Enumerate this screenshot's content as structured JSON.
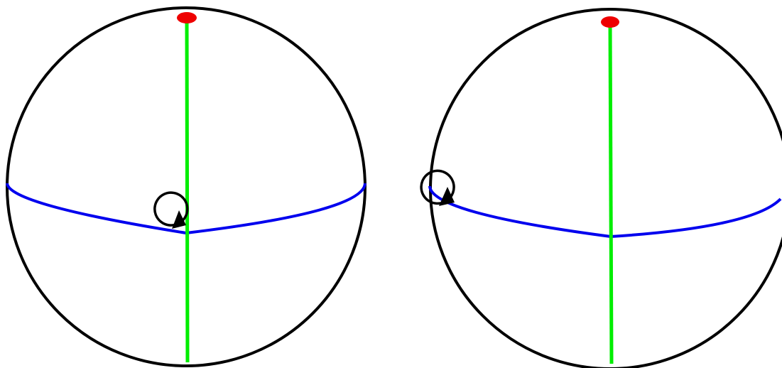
{
  "colors": {
    "background": "#ffffff",
    "sphere_outline": "#000000",
    "axis": "#00ee00",
    "equator": "#0000ee",
    "pole_marker": "#ee0000",
    "rotation_indicator": "#000000"
  },
  "spheres": [
    {
      "name": "sphere-left",
      "rotation_indicator": "centered-on-axis-equator-intersection"
    },
    {
      "name": "sphere-right",
      "rotation_indicator": "on-equator-near-left-edge"
    }
  ]
}
